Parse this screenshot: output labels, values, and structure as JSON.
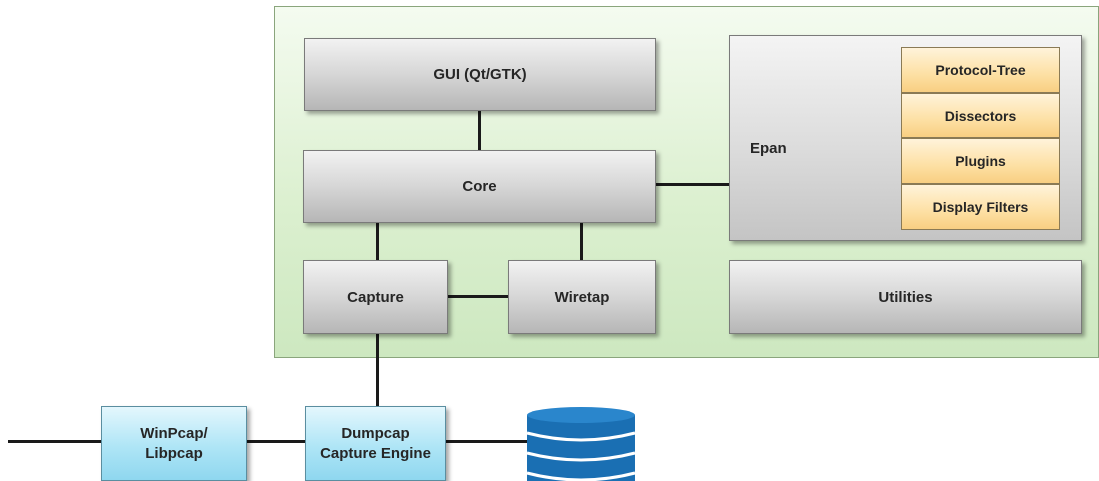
{
  "diagram": {
    "gui": "GUI (Qt/GTK)",
    "core": "Core",
    "capture": "Capture",
    "wiretap": "Wiretap",
    "epan": "Epan",
    "epan_components": [
      "Protocol-Tree",
      "Dissectors",
      "Plugins",
      "Display Filters"
    ],
    "utilities": "Utilities",
    "winpcap": [
      "WinPcap/",
      "Libpcap"
    ],
    "dumpcap": [
      "Dumpcap",
      "Capture Engine"
    ]
  },
  "colors": {
    "panel_green": "#dcf0d0",
    "component_gray": "#d6d6d6",
    "epan_orange": "#fde0a4",
    "external_blue": "#aee5f6",
    "database_blue": "#1a6fb3"
  }
}
